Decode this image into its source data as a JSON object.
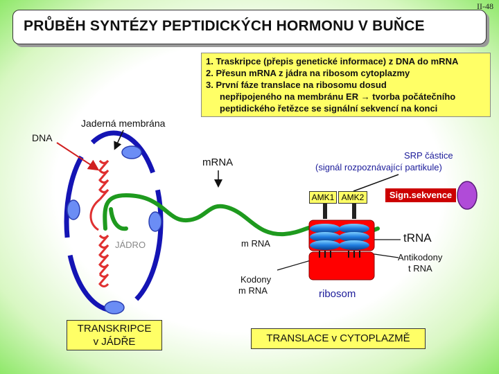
{
  "slide_id": "II-48",
  "title": "PRŮBĚH SYNTÉZY PEPTIDICKÝCH HORMONU V BUŇCE",
  "steps": [
    "1. Traskripce (přepis genetické informace) z DNA do mRNA",
    "2. Přesun mRNA z jádra na ribosom cytoplazmy",
    "3. První fáze translace  na ribosomu dosud",
    "nepřipojeného na membránu ER → tvorba počátečního",
    "peptidického řetězce se signální sekvencí na konci"
  ],
  "labels": {
    "nuclear_membrane": "Jaderná membrána",
    "dna": "DNA",
    "mrna_top": "mRNA",
    "srp_line1": "SRP částice",
    "srp_line2": "(signál rozpoznávající partikule)",
    "amk1": "AMK1",
    "amk2": "AMK2",
    "sign_sequence": "Sign.sekvence",
    "nucleus": "JÁDRO",
    "mrna_mid": "m RNA",
    "trna": "tRNA",
    "anticodons_line1": "Antikodony",
    "anticodons_line2": "t RNA",
    "codons_line1": "Kodony",
    "codons_line2": "m RNA",
    "ribosome": "ribosom",
    "transcription_line1": "TRANSKRIPCE",
    "transcription_line2": "v JÁDŘE",
    "translation": "TRANSLACE v CYTOPLAZMĚ"
  },
  "colors": {
    "membrane": "#1414b4",
    "pore": "#6b8df5",
    "mrna": "#1e9a1e",
    "dna": "#e03030",
    "ribosome": "#ff0000",
    "trna": "#1f7de0",
    "highlight": "#ffff66",
    "signal": "#cc0000",
    "srp": "#b04bd8",
    "background_edge": "#8fe86a"
  }
}
